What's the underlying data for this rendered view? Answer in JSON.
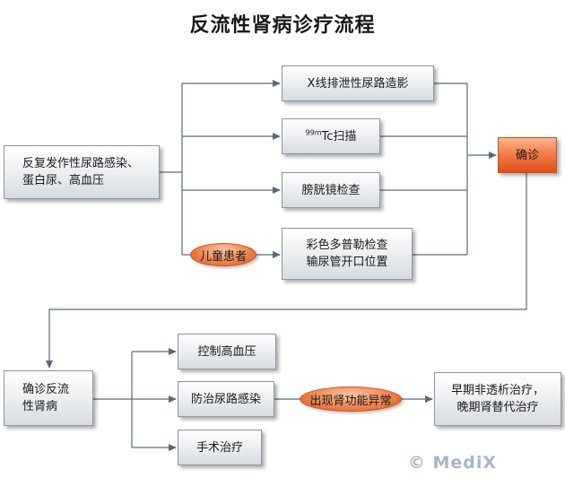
{
  "title": "反流性肾病诊疗流程",
  "nodes": {
    "start": "反复发作性尿路感染、\n蛋白尿、高血压",
    "xray": "X线排泄性尿路造影",
    "tc_scan": {
      "sup": "99m",
      "main": "Tc扫描"
    },
    "cystoscopy": "膀胱镜检查",
    "doppler": "彩色多普勒检查\n输尿管开口位置",
    "children": "儿童患者",
    "confirm": "确诊",
    "confirmed_rn": "确诊反流\n性肾病",
    "control_bp": "控制高血压",
    "prevent_uti": "防治尿路感染",
    "surgery": "手术治疗",
    "renal_dysfunction": "出现肾功能异常",
    "late_treatment": "早期非透析治疗，\n晚期肾替代治疗"
  },
  "watermark": "© MediX",
  "colors": {
    "connector": "#5a6a7a",
    "confirm_fill": "#f37e48",
    "pill_fill": "#f08a55"
  }
}
